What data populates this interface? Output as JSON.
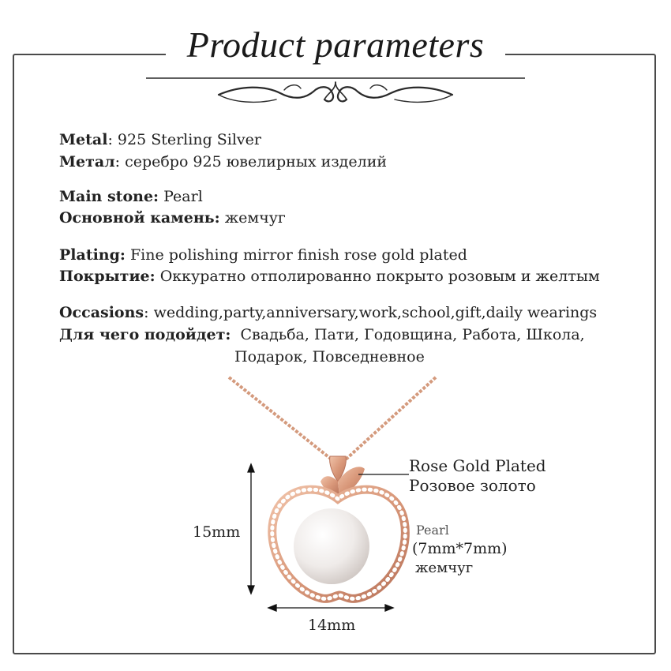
{
  "title": "Product parameters",
  "params": {
    "metal_en_label": "Metal",
    "metal_en_value": "925 Sterling Silver",
    "metal_ru_label": "Метал",
    "metal_ru_value": "серебро 925 ювелирных изделий",
    "stone_en_label": "Main stone:",
    "stone_en_value": "Pearl",
    "stone_ru_label": "Основной камень:",
    "stone_ru_value": "жемчуг",
    "plating_en_label": "Plating:",
    "plating_en_value": "Fine polishing mirror finish rose gold plated",
    "plating_ru_label": "Покрытие:",
    "plating_ru_value": "Оккуратно отполированно  покрыто розовым и желтым",
    "occasions_en_label": "Occasions",
    "occasions_en_value": "wedding,party,anniversary,work,school,gift,daily wearings",
    "occasions_ru_label": "Для чего подойдет:",
    "occasions_ru_value_1": "Свадьба, Пати, Годовщина, Работа, Школа,",
    "occasions_ru_value_2": "Подарок, Повседневное"
  },
  "annotations": {
    "plating_en": "Rose Gold Plated",
    "plating_ru": "Розовое золото",
    "pearl_en": "Pearl",
    "pearl_size": "(7mm*7mm)",
    "pearl_ru": "жемчуг",
    "height": "15mm",
    "width": "14mm"
  },
  "colors": {
    "rose_gold": "#d9987a",
    "rose_gold_dark": "#b8735a",
    "pearl": "#f1eeec",
    "frame": "#4a4a4a"
  },
  "icons": {
    "ornament": "flourish-divider-icon",
    "pendant": "apple-pendant-icon"
  }
}
